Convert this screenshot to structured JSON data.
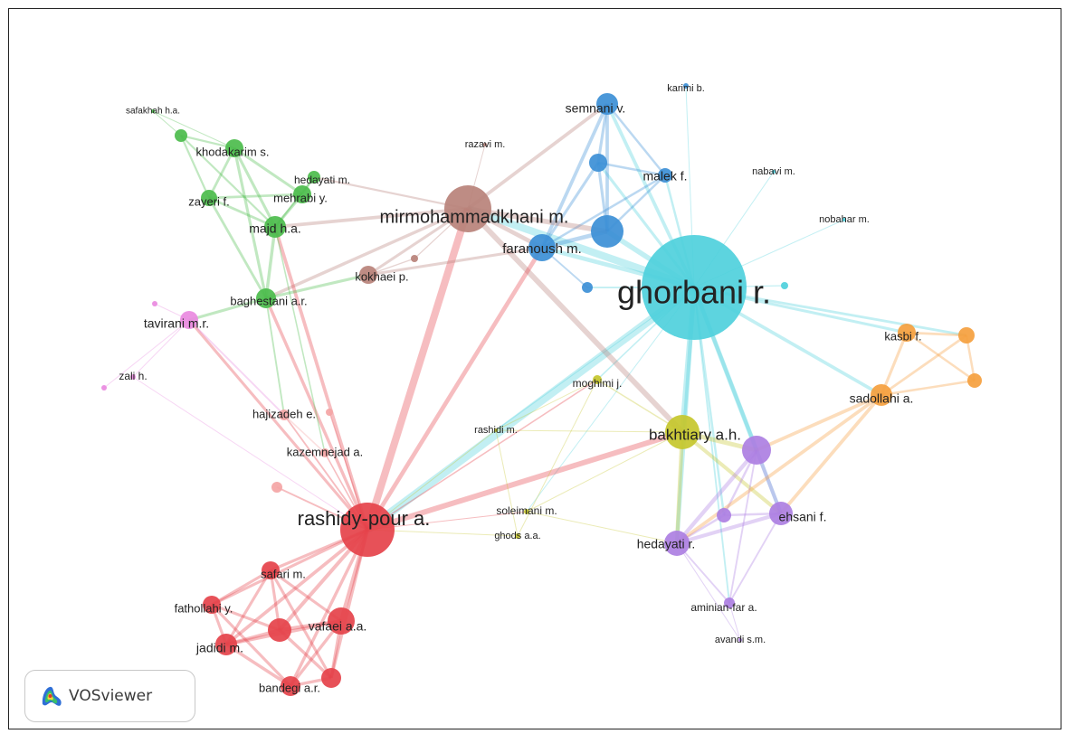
{
  "logo": {
    "text": "VOSviewer"
  },
  "clusters": {
    "red": "#e5424a",
    "green": "#4cbc4c",
    "blue": "#3c8fd6",
    "yellow": "#c5c72d",
    "purple": "#ad7fe2",
    "cyan": "#4fd0dc",
    "orange": "#f59f3e",
    "brown": "#b8827a",
    "pink": "#e98ae0",
    "lightred": "#f4a5a5"
  },
  "nodes": [
    {
      "id": "ghorbani",
      "label": "ghorbani r.",
      "cluster": "cyan"
    },
    {
      "id": "rashidy",
      "label": "rashidy-pour a.",
      "cluster": "red"
    },
    {
      "id": "mirmo",
      "label": "mirmohammadkhani m.",
      "cluster": "brown"
    },
    {
      "id": "bakhtiary",
      "label": "bakhtiary a.h.",
      "cluster": "yellow"
    },
    {
      "id": "faranoush",
      "label": "faranoush m.",
      "cluster": "blue"
    },
    {
      "id": "faranoush_b",
      "label": "",
      "cluster": "blue"
    },
    {
      "id": "semnani",
      "label": "semnani v.",
      "cluster": "blue"
    },
    {
      "id": "malek",
      "label": "malek f.",
      "cluster": "blue"
    },
    {
      "id": "blue_a",
      "label": "",
      "cluster": "blue"
    },
    {
      "id": "blue_b",
      "label": "",
      "cluster": "blue"
    },
    {
      "id": "karimi",
      "label": "karimi b.",
      "cluster": "blue"
    },
    {
      "id": "nabavi",
      "label": "nabavi m.",
      "cluster": "cyan"
    },
    {
      "id": "nobahar",
      "label": "nobahar m.",
      "cluster": "cyan"
    },
    {
      "id": "cyan_dot",
      "label": "",
      "cluster": "cyan"
    },
    {
      "id": "kasbi",
      "label": "kasbi f.",
      "cluster": "orange"
    },
    {
      "id": "sadollahi",
      "label": "sadollahi a.",
      "cluster": "orange"
    },
    {
      "id": "orange_a",
      "label": "",
      "cluster": "orange"
    },
    {
      "id": "orange_b",
      "label": "",
      "cluster": "orange"
    },
    {
      "id": "ehsani",
      "label": "ehsani f.",
      "cluster": "purple"
    },
    {
      "id": "hedayati_r",
      "label": "hedayati r.",
      "cluster": "purple"
    },
    {
      "id": "aminian",
      "label": "aminian-far a.",
      "cluster": "purple"
    },
    {
      "id": "avandi",
      "label": "avandi s.m.",
      "cluster": "purple"
    },
    {
      "id": "purple_a",
      "label": "",
      "cluster": "purple"
    },
    {
      "id": "purple_b",
      "label": "",
      "cluster": "purple"
    },
    {
      "id": "moghimi",
      "label": "moghimi j.",
      "cluster": "yellow"
    },
    {
      "id": "rashidi",
      "label": "rashidi m.",
      "cluster": "yellow"
    },
    {
      "id": "soleimani",
      "label": "soleimani m.",
      "cluster": "yellow"
    },
    {
      "id": "ghods",
      "label": "ghods a.a.",
      "cluster": "yellow"
    },
    {
      "id": "khodakarim",
      "label": "khodakarim s.",
      "cluster": "green"
    },
    {
      "id": "safakhah",
      "label": "safakhah h.a.",
      "cluster": "green"
    },
    {
      "id": "hedayati_m",
      "label": "hedayati m.",
      "cluster": "green"
    },
    {
      "id": "mehrabi",
      "label": "mehrabi y.",
      "cluster": "green"
    },
    {
      "id": "zayeri",
      "label": "zayeri f.",
      "cluster": "green"
    },
    {
      "id": "majd",
      "label": "majd h.a.",
      "cluster": "green"
    },
    {
      "id": "baghestani",
      "label": "baghestani a.r.",
      "cluster": "green"
    },
    {
      "id": "green_a",
      "label": "",
      "cluster": "green"
    },
    {
      "id": "razavi",
      "label": "razavi m.",
      "cluster": "brown"
    },
    {
      "id": "kokhaei",
      "label": "kokhaei p.",
      "cluster": "brown"
    },
    {
      "id": "brown_a",
      "label": "",
      "cluster": "brown"
    },
    {
      "id": "tavirani",
      "label": "tavirani m.r.",
      "cluster": "pink"
    },
    {
      "id": "zali",
      "label": "zali h.",
      "cluster": "pink"
    },
    {
      "id": "pink_a",
      "label": "",
      "cluster": "pink"
    },
    {
      "id": "pink_b",
      "label": "",
      "cluster": "pink"
    },
    {
      "id": "hajizadeh",
      "label": "hajizadeh e.",
      "cluster": "lightred"
    },
    {
      "id": "kazemnejad",
      "label": "kazemnejad a.",
      "cluster": "lightred"
    },
    {
      "id": "lightred_a",
      "label": "",
      "cluster": "lightred"
    },
    {
      "id": "lightred_b",
      "label": "",
      "cluster": "lightred"
    },
    {
      "id": "safari",
      "label": "safari m.",
      "cluster": "red"
    },
    {
      "id": "fathollahi",
      "label": "fathollahi y.",
      "cluster": "red"
    },
    {
      "id": "vafaei",
      "label": "vafaei a.a.",
      "cluster": "red"
    },
    {
      "id": "jadidi",
      "label": "jadidi m.",
      "cluster": "red"
    },
    {
      "id": "bandegi",
      "label": "bandegi a.r.",
      "cluster": "red"
    },
    {
      "id": "red_a",
      "label": "",
      "cluster": "red"
    },
    {
      "id": "red_b",
      "label": "",
      "cluster": "red"
    }
  ],
  "links": [
    [
      "ghorbani",
      "rashidy"
    ],
    [
      "ghorbani",
      "faranoush"
    ],
    [
      "ghorbani",
      "faranoush_b"
    ],
    [
      "ghorbani",
      "semnani"
    ],
    [
      "ghorbani",
      "malek"
    ],
    [
      "ghorbani",
      "blue_a"
    ],
    [
      "ghorbani",
      "blue_b"
    ],
    [
      "ghorbani",
      "karimi"
    ],
    [
      "ghorbani",
      "nabavi"
    ],
    [
      "ghorbani",
      "nobahar"
    ],
    [
      "ghorbani",
      "cyan_dot"
    ],
    [
      "ghorbani",
      "kasbi"
    ],
    [
      "ghorbani",
      "sadollahi"
    ],
    [
      "ghorbani",
      "orange_a"
    ],
    [
      "ghorbani",
      "bakhtiary"
    ],
    [
      "ghorbani",
      "moghimi"
    ],
    [
      "ghorbani",
      "rashidi"
    ],
    [
      "ghorbani",
      "ehsani"
    ],
    [
      "ghorbani",
      "hedayati_r"
    ],
    [
      "ghorbani",
      "purple_a"
    ],
    [
      "ghorbani",
      "aminian"
    ],
    [
      "ghorbani",
      "mirmo"
    ],
    [
      "ghorbani",
      "purple_b"
    ],
    [
      "ghorbani",
      "soleimani"
    ],
    [
      "faranoush",
      "semnani"
    ],
    [
      "faranoush",
      "malek"
    ],
    [
      "faranoush",
      "blue_a"
    ],
    [
      "faranoush_b",
      "semnani"
    ],
    [
      "faranoush_b",
      "malek"
    ],
    [
      "faranoush_b",
      "blue_a"
    ],
    [
      "faranoush",
      "faranoush_b"
    ],
    [
      "faranoush",
      "blue_b"
    ],
    [
      "semnani",
      "malek"
    ],
    [
      "semnani",
      "blue_a"
    ],
    [
      "blue_a",
      "malek"
    ],
    [
      "mirmo",
      "faranoush"
    ],
    [
      "mirmo",
      "faranoush_b"
    ],
    [
      "mirmo",
      "razavi"
    ],
    [
      "mirmo",
      "kokhaei"
    ],
    [
      "mirmo",
      "brown_a"
    ],
    [
      "mirmo",
      "majd"
    ],
    [
      "mirmo",
      "semnani"
    ],
    [
      "mirmo",
      "hedayati_m"
    ],
    [
      "mirmo",
      "baghestani"
    ],
    [
      "mirmo",
      "bakhtiary"
    ],
    [
      "rashidy",
      "mirmo"
    ],
    [
      "rashidy",
      "faranoush"
    ],
    [
      "rashidy",
      "moghimi"
    ],
    [
      "rashidy",
      "bakhtiary"
    ],
    [
      "rashidy",
      "safari"
    ],
    [
      "rashidy",
      "fathollahi"
    ],
    [
      "rashidy",
      "vafaei"
    ],
    [
      "rashidy",
      "jadidi"
    ],
    [
      "rashidy",
      "bandegi"
    ],
    [
      "rashidy",
      "red_a"
    ],
    [
      "rashidy",
      "red_b"
    ],
    [
      "rashidy",
      "kazemnejad"
    ],
    [
      "rashidy",
      "hajizadeh"
    ],
    [
      "rashidy",
      "lightred_a"
    ],
    [
      "rashidy",
      "lightred_b"
    ],
    [
      "rashidy",
      "baghestani"
    ],
    [
      "rashidy",
      "tavirani"
    ],
    [
      "rashidy",
      "soleimani"
    ],
    [
      "rashidy",
      "majd"
    ],
    [
      "safari",
      "fathollahi"
    ],
    [
      "safari",
      "vafaei"
    ],
    [
      "safari",
      "jadidi"
    ],
    [
      "safari",
      "red_a"
    ],
    [
      "fathollahi",
      "jadidi"
    ],
    [
      "fathollahi",
      "red_a"
    ],
    [
      "fathollahi",
      "bandegi"
    ],
    [
      "vafaei",
      "red_a"
    ],
    [
      "vafaei",
      "jadidi"
    ],
    [
      "vafaei",
      "red_b"
    ],
    [
      "vafaei",
      "bandegi"
    ],
    [
      "jadidi",
      "bandegi"
    ],
    [
      "jadidi",
      "red_a"
    ],
    [
      "bandegi",
      "red_b"
    ],
    [
      "red_a",
      "red_b"
    ],
    [
      "safari",
      "red_b"
    ],
    [
      "khodakarim",
      "safakhah"
    ],
    [
      "khodakarim",
      "zayeri"
    ],
    [
      "khodakarim",
      "majd"
    ],
    [
      "khodakarim",
      "mehrabi"
    ],
    [
      "khodakarim",
      "baghestani"
    ],
    [
      "khodakarim",
      "green_a"
    ],
    [
      "safakhah",
      "green_a"
    ],
    [
      "green_a",
      "zayeri"
    ],
    [
      "green_a",
      "majd"
    ],
    [
      "zayeri",
      "majd"
    ],
    [
      "zayeri",
      "mehrabi"
    ],
    [
      "majd",
      "mehrabi"
    ],
    [
      "majd",
      "baghestani"
    ],
    [
      "zayeri",
      "baghestani"
    ],
    [
      "mehrabi",
      "hedayati_m"
    ],
    [
      "majd",
      "hedayati_m"
    ],
    [
      "baghestani",
      "kokhaei"
    ],
    [
      "baghestani",
      "tavirani"
    ],
    [
      "baghestani",
      "hajizadeh"
    ],
    [
      "majd",
      "kazemnejad"
    ],
    [
      "tavirani",
      "zali"
    ],
    [
      "tavirani",
      "pink_a"
    ],
    [
      "tavirani",
      "pink_b"
    ],
    [
      "tavirani",
      "hajizadeh"
    ],
    [
      "zali",
      "rashidy"
    ],
    [
      "kazemnejad",
      "hajizadeh"
    ],
    [
      "kokhaei",
      "brown_a"
    ],
    [
      "kokhaei",
      "faranoush"
    ],
    [
      "bakhtiary",
      "moghimi"
    ],
    [
      "bakhtiary",
      "rashidi"
    ],
    [
      "bakhtiary",
      "ehsani"
    ],
    [
      "bakhtiary",
      "hedayati_r"
    ],
    [
      "bakhtiary",
      "purple_a"
    ],
    [
      "bakhtiary",
      "soleimani"
    ],
    [
      "moghimi",
      "rashidi"
    ],
    [
      "rashidi",
      "ghods"
    ],
    [
      "moghimi",
      "ghods"
    ],
    [
      "rashidi",
      "rashidy"
    ],
    [
      "soleimani",
      "hedayati_r"
    ],
    [
      "ghods",
      "rashidy"
    ],
    [
      "ehsani",
      "hedayati_r"
    ],
    [
      "ehsani",
      "purple_a"
    ],
    [
      "ehsani",
      "purple_b"
    ],
    [
      "ehsani",
      "aminian"
    ],
    [
      "hedayati_r",
      "purple_a"
    ],
    [
      "hedayati_r",
      "purple_b"
    ],
    [
      "hedayati_r",
      "aminian"
    ],
    [
      "hedayati_r",
      "avandi"
    ],
    [
      "aminian",
      "avandi"
    ],
    [
      "purple_a",
      "purple_b"
    ],
    [
      "purple_a",
      "aminian"
    ],
    [
      "sadollahi",
      "purple_a"
    ],
    [
      "kasbi",
      "sadollahi"
    ],
    [
      "kasbi",
      "orange_a"
    ],
    [
      "kasbi",
      "orange_b"
    ],
    [
      "sadollahi",
      "orange_a"
    ],
    [
      "sadollahi",
      "orange_b"
    ],
    [
      "orange_a",
      "orange_b"
    ],
    [
      "sadollahi",
      "ehsani"
    ],
    [
      "sadollahi",
      "hedayati_r"
    ]
  ]
}
